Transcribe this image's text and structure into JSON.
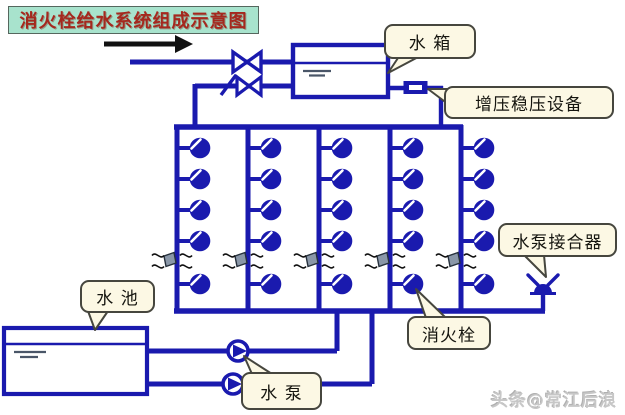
{
  "title": "消火栓给水系统组成示意图",
  "callouts": {
    "water_tank": "水 箱",
    "pressure_stabilizer": "增压稳压设备",
    "pump_coupler": "水泵接合器",
    "fire_hydrant": "消火栓",
    "water_pool": "水 池",
    "water_pump": "水 泵"
  },
  "watermark": "头条@常江后浪",
  "colors": {
    "pipe_blue": "#1a1aae",
    "title_bg": "#a8e3cd",
    "title_text": "#a5281e",
    "callout_bg": "#fcf8e4",
    "arrow_black": "#111111",
    "flex_joint_gray": "#8a97a8",
    "watermark_gray": "#c7c7c7"
  },
  "diagram": {
    "type": "fire-hydrant-water-supply-schematic",
    "riser_count": 5,
    "hydrants_per_riser": 5,
    "pump_count": 2,
    "flow_direction": "left-to-right",
    "components": [
      "水箱",
      "增压稳压设备",
      "水泵接合器",
      "消火栓",
      "水池",
      "水泵"
    ]
  }
}
